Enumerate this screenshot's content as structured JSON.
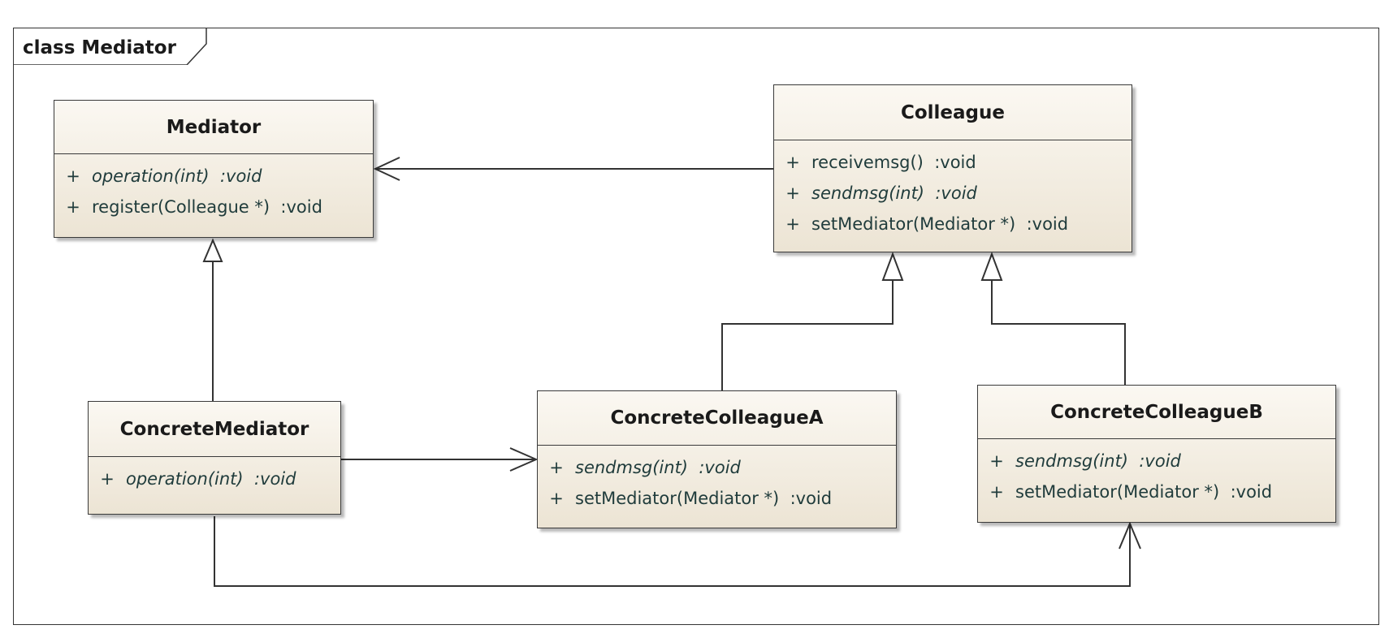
{
  "frame": {
    "title": "class Mediator"
  },
  "classes": {
    "mediator": {
      "name": "Mediator",
      "operations": [
        {
          "visibility": "+",
          "signature": "operation(int)  :void",
          "abstract": true
        },
        {
          "visibility": "+",
          "signature": "register(Colleague *)  :void",
          "abstract": false
        }
      ]
    },
    "colleague": {
      "name": "Colleague",
      "operations": [
        {
          "visibility": "+",
          "signature": "receivemsg()  :void",
          "abstract": false
        },
        {
          "visibility": "+",
          "signature": "sendmsg(int)  :void",
          "abstract": true
        },
        {
          "visibility": "+",
          "signature": "setMediator(Mediator *)  :void",
          "abstract": false
        }
      ]
    },
    "concrete_mediator": {
      "name": "ConcreteMediator",
      "operations": [
        {
          "visibility": "+",
          "signature": "operation(int)  :void",
          "abstract": true
        }
      ]
    },
    "concrete_colleague_a": {
      "name": "ConcreteColleagueA",
      "operations": [
        {
          "visibility": "+",
          "signature": "sendmsg(int)  :void",
          "abstract": true
        },
        {
          "visibility": "+",
          "signature": "setMediator(Mediator *)  :void",
          "abstract": false
        }
      ]
    },
    "concrete_colleague_b": {
      "name": "ConcreteColleagueB",
      "operations": [
        {
          "visibility": "+",
          "signature": "sendmsg(int)  :void",
          "abstract": true
        },
        {
          "visibility": "+",
          "signature": "setMediator(Mediator *)  :void",
          "abstract": false
        }
      ]
    }
  },
  "relationships": [
    {
      "type": "association",
      "from": "Colleague",
      "to": "Mediator"
    },
    {
      "type": "generalization",
      "from": "ConcreteMediator",
      "to": "Mediator"
    },
    {
      "type": "generalization",
      "from": "ConcreteColleagueA",
      "to": "Colleague"
    },
    {
      "type": "generalization",
      "from": "ConcreteColleagueB",
      "to": "Colleague"
    },
    {
      "type": "association",
      "from": "ConcreteMediator",
      "to": "ConcreteColleagueA"
    },
    {
      "type": "association",
      "from": "ConcreteMediator",
      "to": "ConcreteColleagueB"
    }
  ]
}
